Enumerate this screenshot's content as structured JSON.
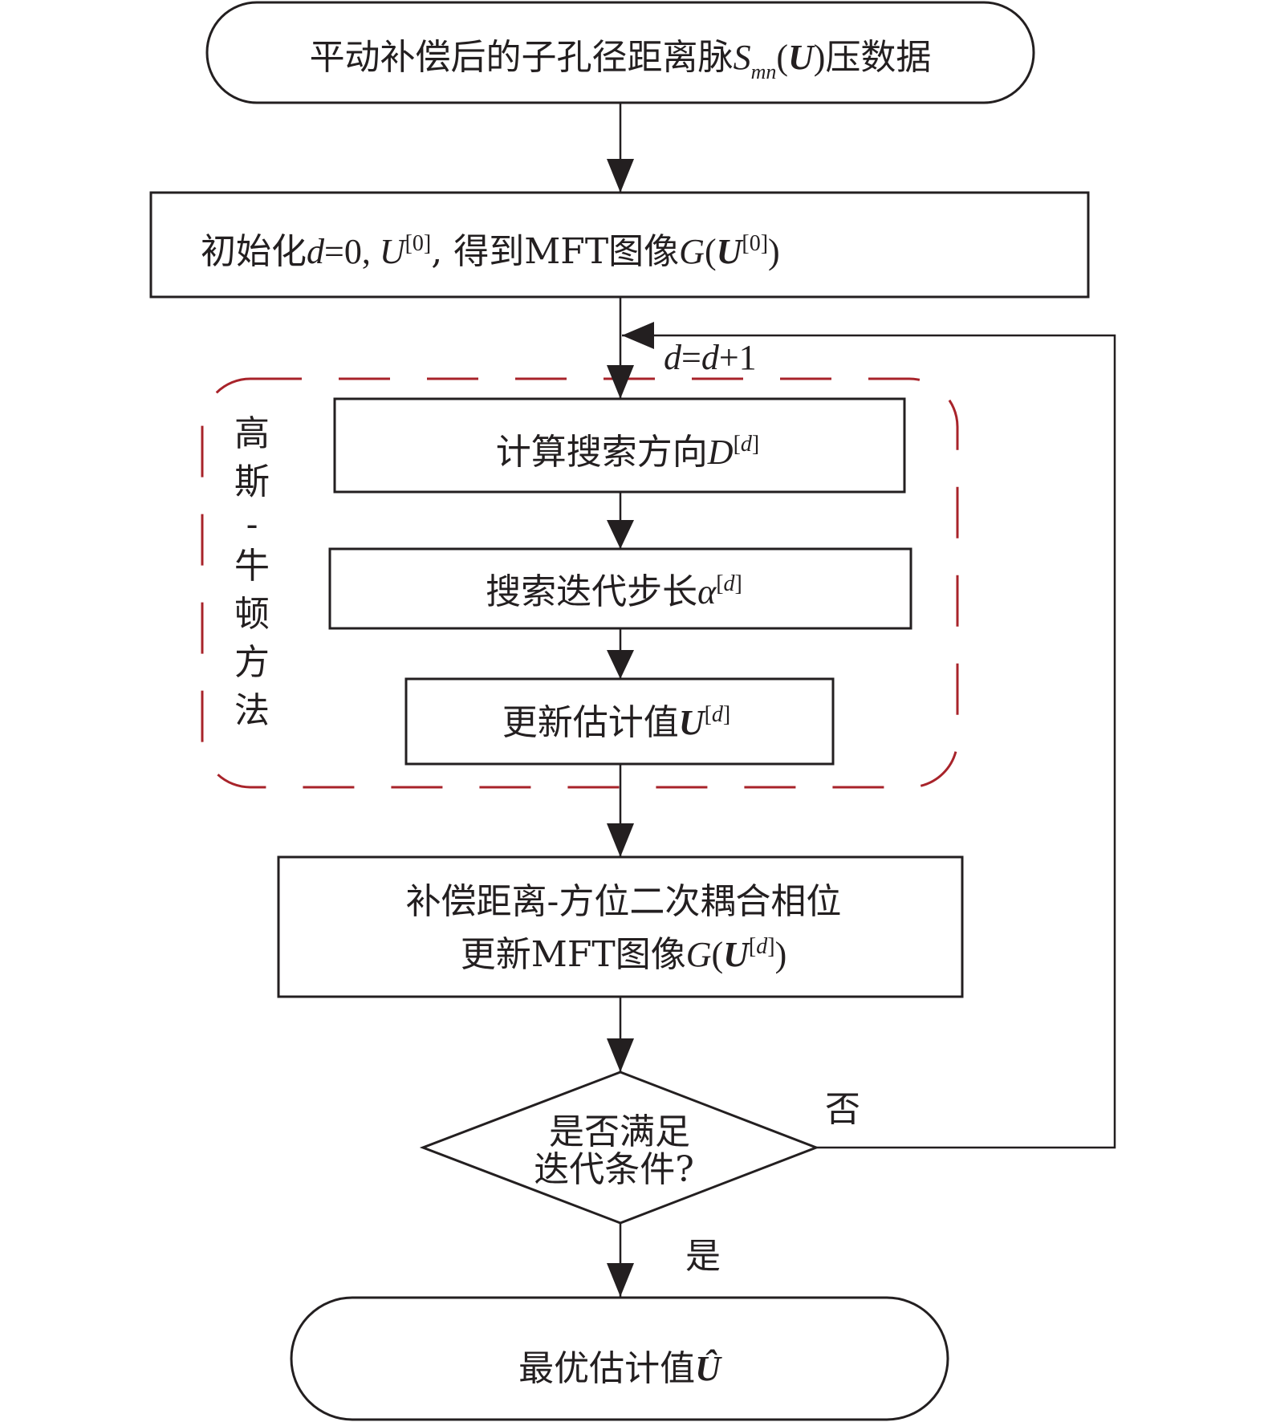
{
  "diagram": {
    "title": "高斯-牛顿方法迭代流程图",
    "colors": {
      "stroke": "#231f20",
      "group_border": "#a8232a",
      "background": "#ffffff"
    },
    "nodes": {
      "start": {
        "type": "terminal",
        "segments": [
          {
            "t": "平动补偿后的子孔径距离脉",
            "s": "cn"
          },
          {
            "t": "S",
            "s": "it"
          },
          {
            "t": "mn",
            "s": "it-sub"
          },
          {
            "t": "(",
            "s": "rm"
          },
          {
            "t": "U",
            "s": "bi"
          },
          {
            "t": ")",
            "s": "rm"
          },
          {
            "t": "压数据",
            "s": "cn"
          }
        ]
      },
      "init": {
        "type": "process",
        "segments": [
          {
            "t": "初始化",
            "s": "cn"
          },
          {
            "t": "d",
            "s": "it"
          },
          {
            "t": "=0, ",
            "s": "rm"
          },
          {
            "t": "U",
            "s": "it"
          },
          {
            "t": "[0]",
            "s": "rm-sup"
          },
          {
            "t": ", 得到MFT图像",
            "s": "cn"
          },
          {
            "t": "G",
            "s": "it"
          },
          {
            "t": "(",
            "s": "rm"
          },
          {
            "t": "U",
            "s": "bi"
          },
          {
            "t": "[0]",
            "s": "rm-sup"
          },
          {
            "t": ")",
            "s": "rm"
          }
        ]
      },
      "direction": {
        "type": "process",
        "segments": [
          {
            "t": "计算搜索方向",
            "s": "cn"
          },
          {
            "t": "D",
            "s": "it"
          },
          {
            "t": "[",
            "s": "rm-sup"
          },
          {
            "t": "d",
            "s": "it-sup"
          },
          {
            "t": "]",
            "s": "rm-sup"
          }
        ]
      },
      "step": {
        "type": "process",
        "segments": [
          {
            "t": "搜索迭代步长",
            "s": "cn"
          },
          {
            "t": "α",
            "s": "it"
          },
          {
            "t": "[",
            "s": "rm-sup"
          },
          {
            "t": "d",
            "s": "it-sup"
          },
          {
            "t": "]",
            "s": "rm-sup"
          }
        ]
      },
      "update": {
        "type": "process",
        "segments": [
          {
            "t": "更新估计值",
            "s": "cn"
          },
          {
            "t": "U",
            "s": "bi"
          },
          {
            "t": "[",
            "s": "rm-sup"
          },
          {
            "t": "d",
            "s": "it-sup"
          },
          {
            "t": "]",
            "s": "rm-sup"
          }
        ]
      },
      "compensate": {
        "type": "process",
        "line1": [
          {
            "t": "补偿距离-方位二次耦合相位",
            "s": "cn"
          }
        ],
        "line2": [
          {
            "t": "更新MFT图像",
            "s": "cn"
          },
          {
            "t": "G",
            "s": "it"
          },
          {
            "t": "(",
            "s": "rm"
          },
          {
            "t": "U",
            "s": "bi"
          },
          {
            "t": "[",
            "s": "rm-sup"
          },
          {
            "t": "d",
            "s": "it-sup"
          },
          {
            "t": "]",
            "s": "rm-sup"
          },
          {
            "t": ")",
            "s": "rm"
          }
        ]
      },
      "decision": {
        "type": "decision",
        "line1": "是否满足",
        "line2": "迭代条件?"
      },
      "end": {
        "type": "terminal",
        "segments": [
          {
            "t": "最优估计值",
            "s": "cn"
          },
          {
            "t": "Û",
            "s": "bi"
          }
        ]
      }
    },
    "group": {
      "label_chars": [
        "高",
        "斯",
        "-",
        "牛",
        "顿",
        "方",
        "法"
      ]
    },
    "edges": {
      "loop_label": [
        {
          "t": "d",
          "s": "it"
        },
        {
          "t": "=",
          "s": "rm"
        },
        {
          "t": "d",
          "s": "it"
        },
        {
          "t": "+1",
          "s": "rm"
        }
      ],
      "no_label": "否",
      "yes_label": "是"
    }
  }
}
